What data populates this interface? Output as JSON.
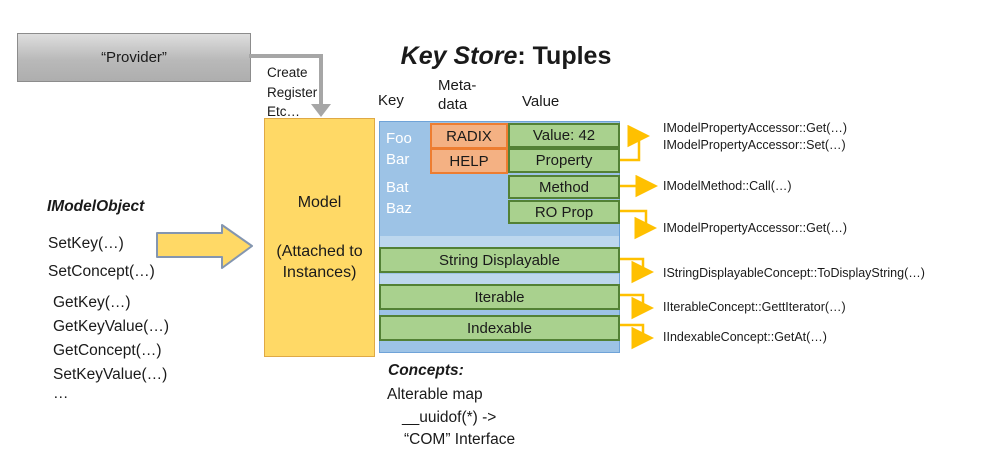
{
  "provider_box": {
    "label": "“Provider”"
  },
  "connector": {
    "lines": [
      "Create",
      "Register",
      "Etc…"
    ]
  },
  "title": {
    "emphasis": "Key Store",
    "rest": ": Tuples"
  },
  "table_headers": {
    "key": "Key",
    "meta_line1": "Meta-",
    "meta_line2": "data",
    "value": "Value"
  },
  "model_box": {
    "title": "Model",
    "subtitle_line1": "(Attached to",
    "subtitle_line2": "Instances)"
  },
  "key_store": {
    "keys": [
      "Foo",
      "Bar",
      "Bat",
      "Baz"
    ],
    "metadata": [
      "RADIX",
      "HELP"
    ],
    "values": [
      "Value: 42",
      "Property",
      "Method",
      "RO Prop"
    ],
    "concept_bars": [
      "String Displayable",
      "Iterable",
      "Indexable"
    ]
  },
  "imodelobject_panel": {
    "title": "IModelObject",
    "methods": [
      "SetKey(…)",
      "SetConcept(…)",
      "GetKey(…)",
      "GetKeyValue(…)",
      "GetConcept(…)",
      "SetKeyValue(…)",
      "…"
    ]
  },
  "api_annotations": [
    "IModelPropertyAccessor::Get(…)",
    "IModelPropertyAccessor::Set(…)",
    "IModelMethod::Call(…)",
    "IModelPropertyAccessor::Get(…)",
    "IStringDisplayableConcept::ToDisplayString(…)",
    "IIterableConcept::GettIterator(…)",
    "IIndexableConcept::GetAt(…)"
  ],
  "concepts_note": {
    "title": "Concepts:",
    "lines": [
      "Alterable map",
      "__uuidof(*) ->",
      "“COM” Interface"
    ]
  },
  "colors": {
    "model_fill": "#FFD966",
    "keystore_fill": "#9DC3E6",
    "keystore_stripe": "#BDD7EE",
    "metadata_fill": "#F4B183",
    "metadata_border": "#ED7D31",
    "concept_fill": "#A9D18E",
    "concept_border": "#538135",
    "connector_gray": "#A6A6A6",
    "callout_yellow": "#FFC000",
    "big_arrow_fill": "#FFD966",
    "big_arrow_border": "#8496B0"
  }
}
